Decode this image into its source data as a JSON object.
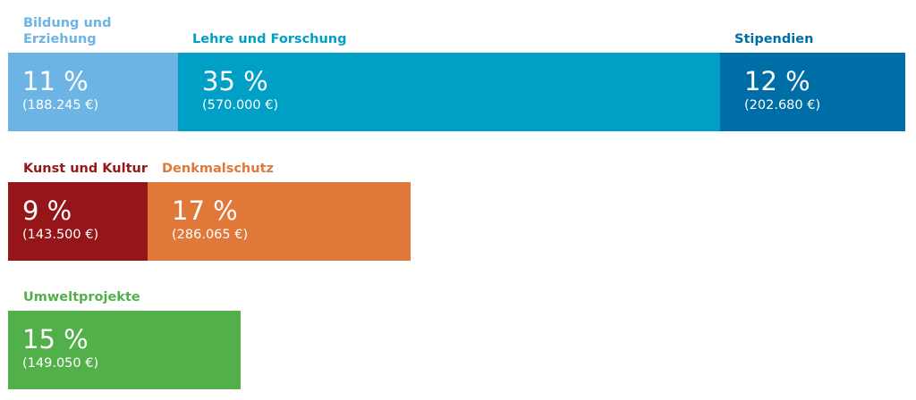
{
  "chart_data": {
    "type": "bar",
    "rows": [
      {
        "segments": [
          {
            "label": "Bildung und Erziehung",
            "percent_label": "11 %",
            "amount_label": "(188.245 €)",
            "percent": 11,
            "amount": 188245,
            "color": "#6cb4e4",
            "label_color": "#6cb4e4"
          },
          {
            "label": "Lehre und Forschung",
            "percent_label": "35 %",
            "amount_label": "(570.000 €)",
            "percent": 35,
            "amount": 570000,
            "color": "#00a0c6",
            "label_color": "#00a0c6"
          },
          {
            "label": "Stipendien",
            "percent_label": "12 %",
            "amount_label": "(202.680 €)",
            "percent": 12,
            "amount": 202680,
            "color": "#006ea6",
            "label_color": "#006ea6"
          }
        ]
      },
      {
        "segments": [
          {
            "label": "Kunst und Kultur",
            "percent_label": "9 %",
            "amount_label": "(143.500 €)",
            "percent": 9,
            "amount": 143500,
            "color": "#951518",
            "label_color": "#951518"
          },
          {
            "label": "Denkmalschutz",
            "percent_label": "17 %",
            "amount_label": "(286.065 €)",
            "percent": 17,
            "amount": 286065,
            "color": "#e0783a",
            "label_color": "#e0783a"
          }
        ]
      },
      {
        "segments": [
          {
            "label": "Umweltprojekte",
            "percent_label": "15 %",
            "amount_label": "(149.050 €)",
            "percent": 15,
            "amount": 149050,
            "color": "#52b04a",
            "label_color": "#52b04a"
          }
        ]
      }
    ]
  }
}
